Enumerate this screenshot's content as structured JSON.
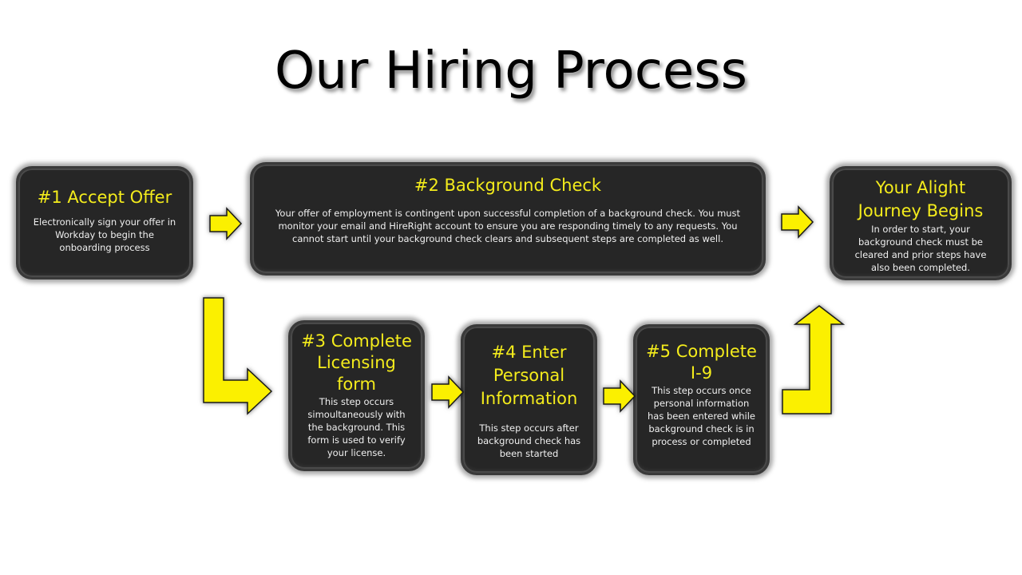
{
  "title": "Our Hiring Process",
  "colors": {
    "heading": "#f4ec1c",
    "box_fill": "#262626",
    "arrow_fill": "#fbf000",
    "body_text": "#ffffff"
  },
  "steps": [
    {
      "heading": "#1 Accept Offer",
      "body": "Electronically sign your offer in Workday to begin the onboarding process"
    },
    {
      "heading": "#2 Background Check",
      "body": "Your offer of employment is contingent upon successful completion of a background check. You must monitor your email and HireRight account to ensure you are responding timely to any requests. You cannot start until your background check clears and subsequent steps are completed as well."
    },
    {
      "heading": "Your Alight Journey Begins",
      "body": "In order to start, your background check must be cleared and prior steps have also been completed."
    },
    {
      "heading": "#3 Complete Licensing form",
      "body": "This step occurs simoultaneously with the background. This form is used to verify your license."
    },
    {
      "heading": "#4 Enter Personal Information",
      "body": "This step occurs after background check has been started"
    },
    {
      "heading": "#5 Complete I-9",
      "body": "This step occurs once personal information has been entered while background check is in process or completed"
    }
  ],
  "arrows": [
    {
      "from": "#1 Accept Offer",
      "to": "#2 Background Check",
      "icon": "arrow-right-icon"
    },
    {
      "from": "#2 Background Check",
      "to": "Your Alight Journey Begins",
      "icon": "arrow-right-icon"
    },
    {
      "from": "#1 Accept Offer",
      "to": "#3 Complete Licensing form",
      "icon": "arrow-bent-down-right-icon"
    },
    {
      "from": "#3 Complete Licensing form",
      "to": "#4 Enter Personal Information",
      "icon": "arrow-right-icon"
    },
    {
      "from": "#4 Enter Personal Information",
      "to": "#5 Complete I-9",
      "icon": "arrow-right-icon"
    },
    {
      "from": "#5 Complete I-9",
      "to": "Your Alight Journey Begins",
      "icon": "arrow-bent-up-icon"
    }
  ]
}
